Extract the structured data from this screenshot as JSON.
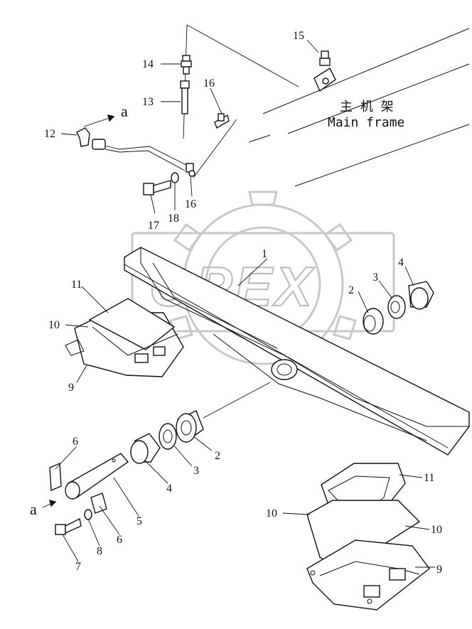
{
  "frame_label": {
    "cn": "主 机 架",
    "en": "Main frame"
  },
  "watermark": "OPEX",
  "view_markers": [
    {
      "id": "a-top",
      "text": "a"
    },
    {
      "id": "a-bottom",
      "text": "a"
    }
  ],
  "callouts": [
    {
      "id": "c1",
      "text": "1"
    },
    {
      "id": "c2a",
      "text": "2"
    },
    {
      "id": "c2b",
      "text": "2"
    },
    {
      "id": "c3a",
      "text": "3"
    },
    {
      "id": "c3b",
      "text": "3"
    },
    {
      "id": "c4a",
      "text": "4"
    },
    {
      "id": "c4b",
      "text": "4"
    },
    {
      "id": "c5",
      "text": "5"
    },
    {
      "id": "c6a",
      "text": "6"
    },
    {
      "id": "c6b",
      "text": "6"
    },
    {
      "id": "c7",
      "text": "7"
    },
    {
      "id": "c8",
      "text": "8"
    },
    {
      "id": "c9a",
      "text": "9"
    },
    {
      "id": "c9b",
      "text": "9"
    },
    {
      "id": "c10a",
      "text": "10"
    },
    {
      "id": "c10b",
      "text": "10"
    },
    {
      "id": "c10c",
      "text": "10"
    },
    {
      "id": "c11a",
      "text": "11"
    },
    {
      "id": "c11b",
      "text": "11"
    },
    {
      "id": "c12",
      "text": "12"
    },
    {
      "id": "c13",
      "text": "13"
    },
    {
      "id": "c14",
      "text": "14"
    },
    {
      "id": "c15",
      "text": "15"
    },
    {
      "id": "c16a",
      "text": "16"
    },
    {
      "id": "c16b",
      "text": "16"
    },
    {
      "id": "c17",
      "text": "17"
    },
    {
      "id": "c18",
      "text": "18"
    }
  ]
}
